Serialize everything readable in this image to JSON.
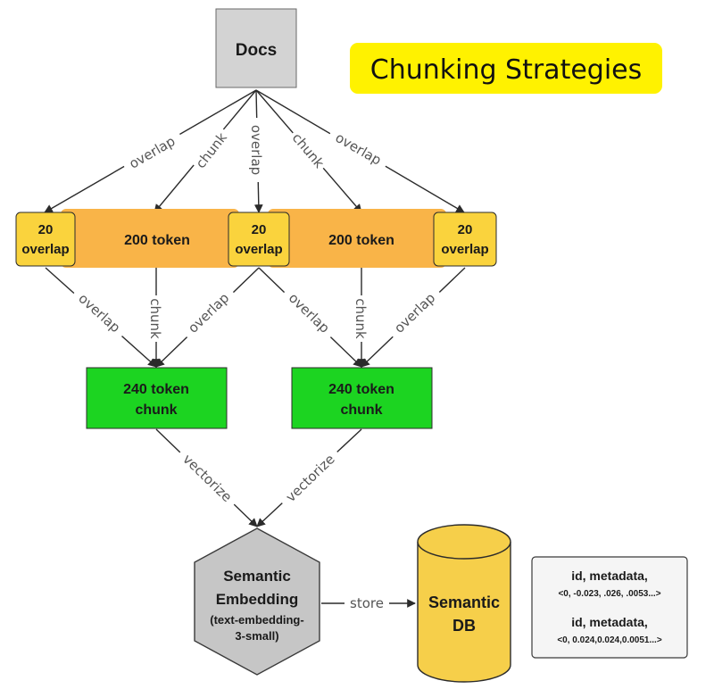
{
  "title": "Chunking Strategies",
  "docs_label": "Docs",
  "chunk_row": {
    "overlap_number": "20",
    "overlap_word": "overlap",
    "token_label": "200 token"
  },
  "chunk_outputs": [
    {
      "line1": "240 token",
      "line2": "chunk"
    },
    {
      "line1": "240 token",
      "line2": "chunk"
    }
  ],
  "edge_labels": {
    "overlap": "overlap",
    "chunk": "chunk",
    "vectorize": "vectorize",
    "store": "store"
  },
  "embedding": {
    "line1": "Semantic",
    "line2": "Embedding",
    "line3": "(text-embedding-",
    "line4": "3-small)"
  },
  "db": {
    "line1": "Semantic",
    "line2": "DB"
  },
  "records": [
    {
      "fields": "id, metadata,",
      "vector": "<0, -0.023, .026, .0053...>"
    },
    {
      "fields": "id, metadata,",
      "vector": "<0, 0.024,0.024,0.0051...>"
    }
  ],
  "colors": {
    "docs_fill": "#d3d3d3",
    "token_fill": "#f9b448",
    "overlap_fill": "#fad33d",
    "chunk_fill": "#1cd421",
    "embedding_fill": "#c6c6c6",
    "db_fill": "#f6cf4a",
    "title_bg": "#fff200"
  }
}
